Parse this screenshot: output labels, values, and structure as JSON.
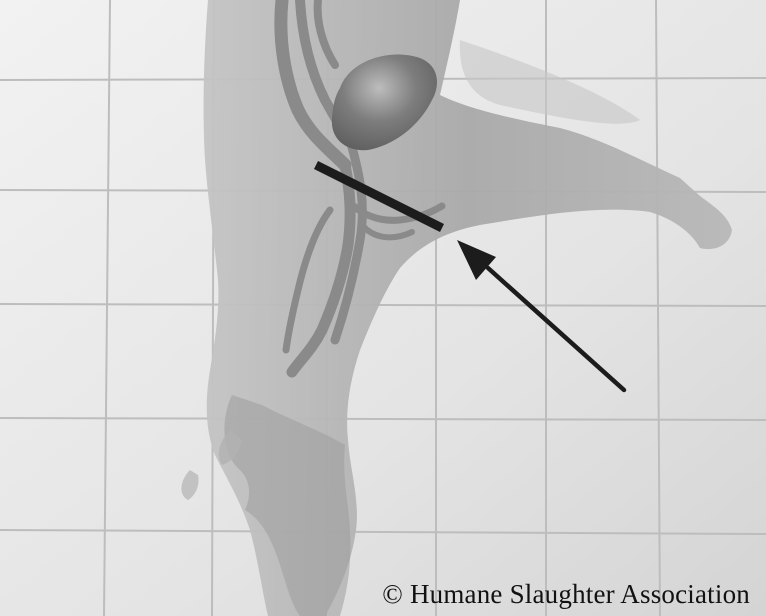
{
  "credit": {
    "text": "© Humane Slaughter Association"
  },
  "colors": {
    "background": "#dcdcdc",
    "grid_line": "#bdbdbd",
    "animal_silhouette": "#a8a8a8",
    "vessels": "#8f8f8f",
    "organ": "#7a7a7a",
    "incision_line": "#1c1c1c",
    "arrow": "#1c1c1c",
    "credit_text": "#111111"
  },
  "diagram": {
    "subject": "hanging animal silhouette with internal blood vessels",
    "marker": "incision line",
    "pointer": "arrow pointing to incision"
  }
}
